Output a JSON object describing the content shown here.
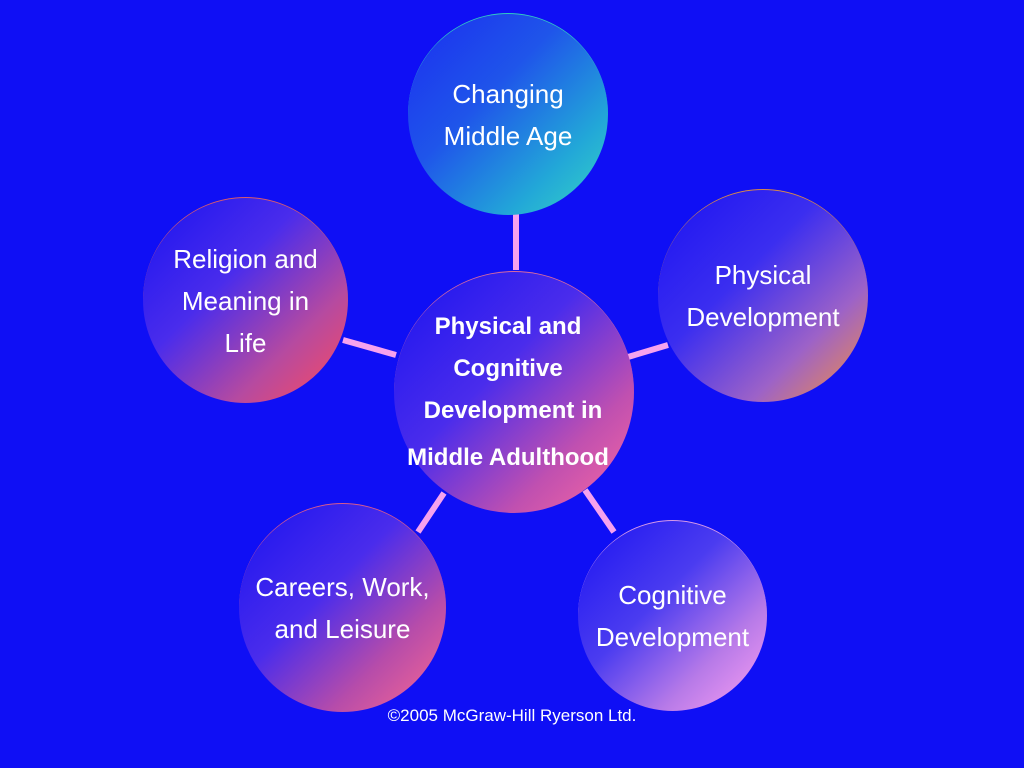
{
  "center": {
    "lines": [
      "Physical and",
      "Cognitive",
      "Development in",
      "Middle Adulthood"
    ]
  },
  "nodes": {
    "changing_middle_age": "Changing\nMiddle Age",
    "physical_development": "Physical\nDevelopment",
    "religion_meaning": "Religion and\nMeaning in\nLife",
    "careers_work_leisure": "Careers, Work,\nand Leisure",
    "cognitive_development": "Cognitive\nDevelopment"
  },
  "footer": "©2005 McGraw-Hill Ryerson Ltd.",
  "colors": {
    "background": "#0f0ff5",
    "connector": "#f6a2ee",
    "text": "#ffffff"
  }
}
